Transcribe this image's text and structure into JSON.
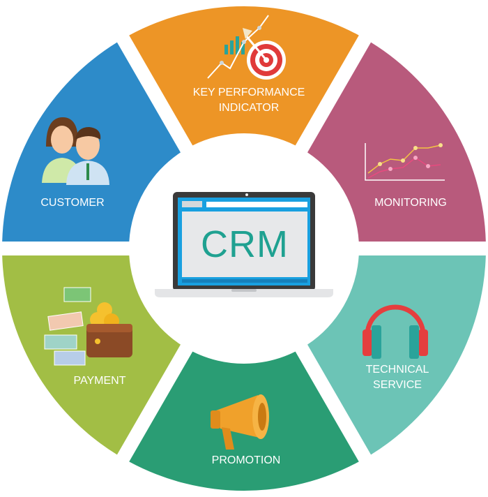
{
  "center": {
    "title": "CRM"
  },
  "segments": [
    {
      "id": "kpi",
      "label_lines": [
        "KEY PERFORMANCE",
        "INDICATOR"
      ],
      "color": "#ED9526",
      "icon": "target-chart-icon"
    },
    {
      "id": "monitoring",
      "label_lines": [
        "MONITORING"
      ],
      "color": "#B85A7C",
      "icon": "line-chart-icon"
    },
    {
      "id": "technical",
      "label_lines": [
        "TECHNICAL",
        "SERVICE"
      ],
      "color": "#6CC4B6",
      "icon": "headphones-icon"
    },
    {
      "id": "promotion",
      "label_lines": [
        "PROMOTION"
      ],
      "color": "#2A9D74",
      "icon": "megaphone-icon"
    },
    {
      "id": "payment",
      "label_lines": [
        "PAYMENT"
      ],
      "color": "#A2BE45",
      "icon": "wallet-money-icon"
    },
    {
      "id": "customer",
      "label_lines": [
        "CUSTOMER"
      ],
      "color": "#2D8BC9",
      "icon": "people-icon"
    }
  ]
}
